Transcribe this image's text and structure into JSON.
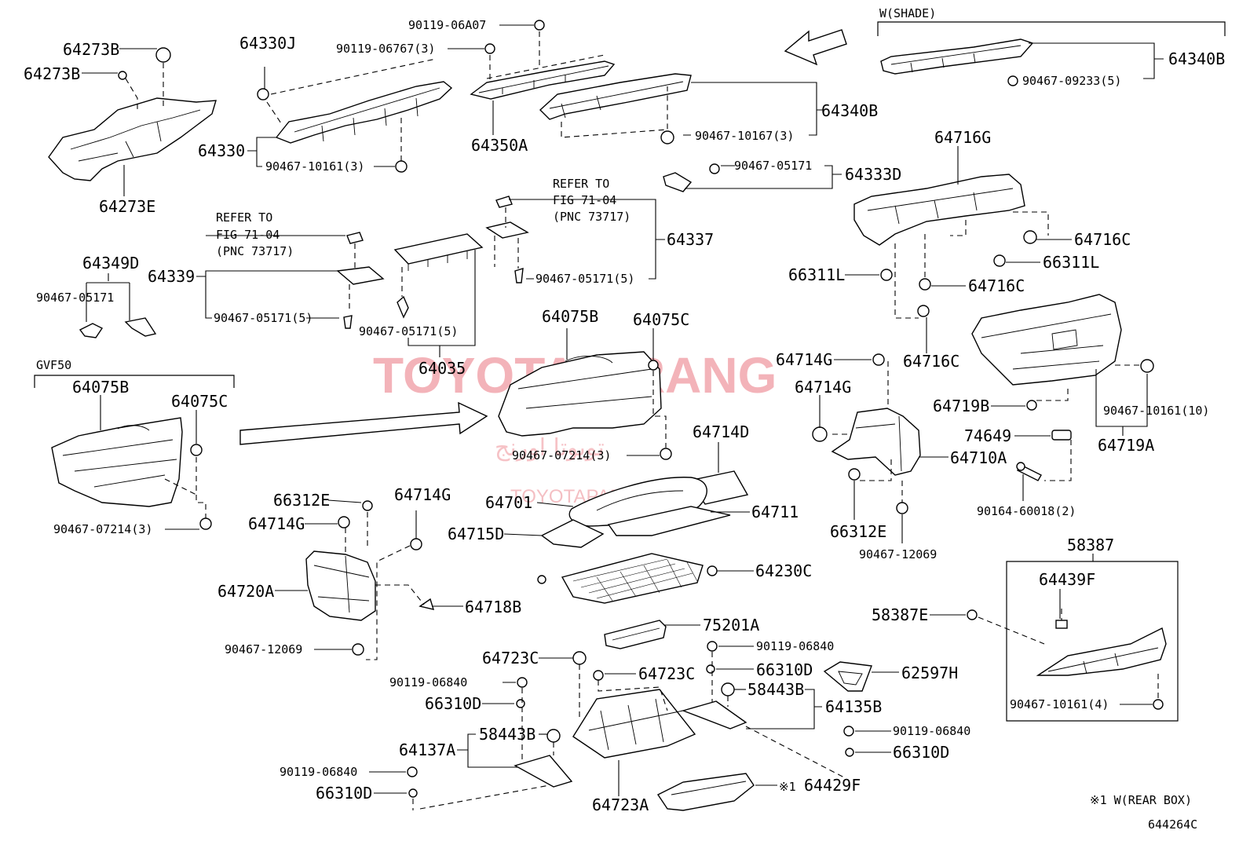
{
  "labels": {
    "p64273B_a": "64273B",
    "p64273B_b": "64273B",
    "p64273E": "64273E",
    "p64330J": "64330J",
    "p64330": "64330",
    "f90467_10161_3": "90467-10161(3)",
    "f90119_06A07": "90119-06A07",
    "f90119_06767_3": "90119-06767(3)",
    "p64350A": "64350A",
    "p64340B_mid": "64340B",
    "f90467_10167_3": "90467-10167(3)",
    "w_shade": "W(SHADE)",
    "p64340B_right": "64340B",
    "f90467_09233_5": "90467-09233(5)",
    "f90467_05171_d": "90467-05171",
    "p64333D": "64333D",
    "p64716G": "64716G",
    "p64716C_a": "64716C",
    "p66311L_right": "66311L",
    "p66311L_left": "66311L",
    "p64716C_b": "64716C",
    "p64716C_c": "64716C",
    "p64349D": "64349D",
    "f90467_05171_plain": "90467-05171",
    "refer_to_a": "REFER TO",
    "fig_a": "FIG 71-04",
    "pnc_a": "(PNC 73717)",
    "p64339": "64339",
    "f90467_05171_5_a": "90467-05171(5)",
    "f90467_05171_5_b": "90467-05171(5)",
    "p64035": "64035",
    "refer_to_b": "REFER TO",
    "fig_b": "FIG 71-04",
    "pnc_b": "(PNC 73717)",
    "p64337": "64337",
    "f90467_05171_5_c": "90467-05171(5)",
    "gvf50": "GVF50",
    "p64075B_left": "64075B",
    "p64075C_left": "64075C",
    "f90467_07214_3_left": "90467-07214(3)",
    "p64075B_mid": "64075B",
    "p64075C_mid": "64075C",
    "f90467_07214_3_mid": "90467-07214(3)",
    "p64714G_a": "64714G",
    "p64714G_b": "64714G",
    "p64719B": "64719B",
    "f90467_10161_10": "90467-10161(10)",
    "p74649": "74649",
    "p64719A": "64719A",
    "p64710A": "64710A",
    "f90164_60018_2": "90164-60018(2)",
    "p66312E_right": "66312E",
    "f90467_12069_right": "90467-12069",
    "p64714D": "64714D",
    "p64701": "64701",
    "p64711": "64711",
    "p64715D": "64715D",
    "p64230C": "64230C",
    "p66312E_left": "66312E",
    "p64714G_c": "64714G",
    "p64714G_d": "64714G",
    "p64720A": "64720A",
    "p64718B": "64718B",
    "f90467_12069_left": "90467-12069",
    "p75201A": "75201A",
    "f90119_06840_a": "90119-06840",
    "p66310D_a": "66310D",
    "p62597H": "62597H",
    "p58443B_a": "58443B",
    "p64135B": "64135B",
    "f90119_06840_b": "90119-06840",
    "p66310D_b": "66310D",
    "p64723C_a": "64723C",
    "p64723C_b": "64723C",
    "f90119_06840_c": "90119-06840",
    "p66310D_c": "66310D",
    "p64137A": "64137A",
    "p58443B_b": "58443B",
    "f90119_06840_d": "90119-06840",
    "p66310D_d": "66310D",
    "p64723A": "64723A",
    "p64429F": "64429F",
    "note_mark": "※1",
    "p58387": "58387",
    "p64439F": "64439F",
    "p58387E": "58387E",
    "f90467_10161_4": "90467-10161(4)",
    "footnote": "※1 W(REAR BOX)",
    "fig_code": "644264C"
  },
  "watermark": {
    "main": "TOYOTA ORANG",
    "arabic": "تويوتا اورنج",
    "site": "TOYOTAPART.IR"
  },
  "colors": {
    "line": "#000000",
    "watermark": "#f2a6ad"
  }
}
